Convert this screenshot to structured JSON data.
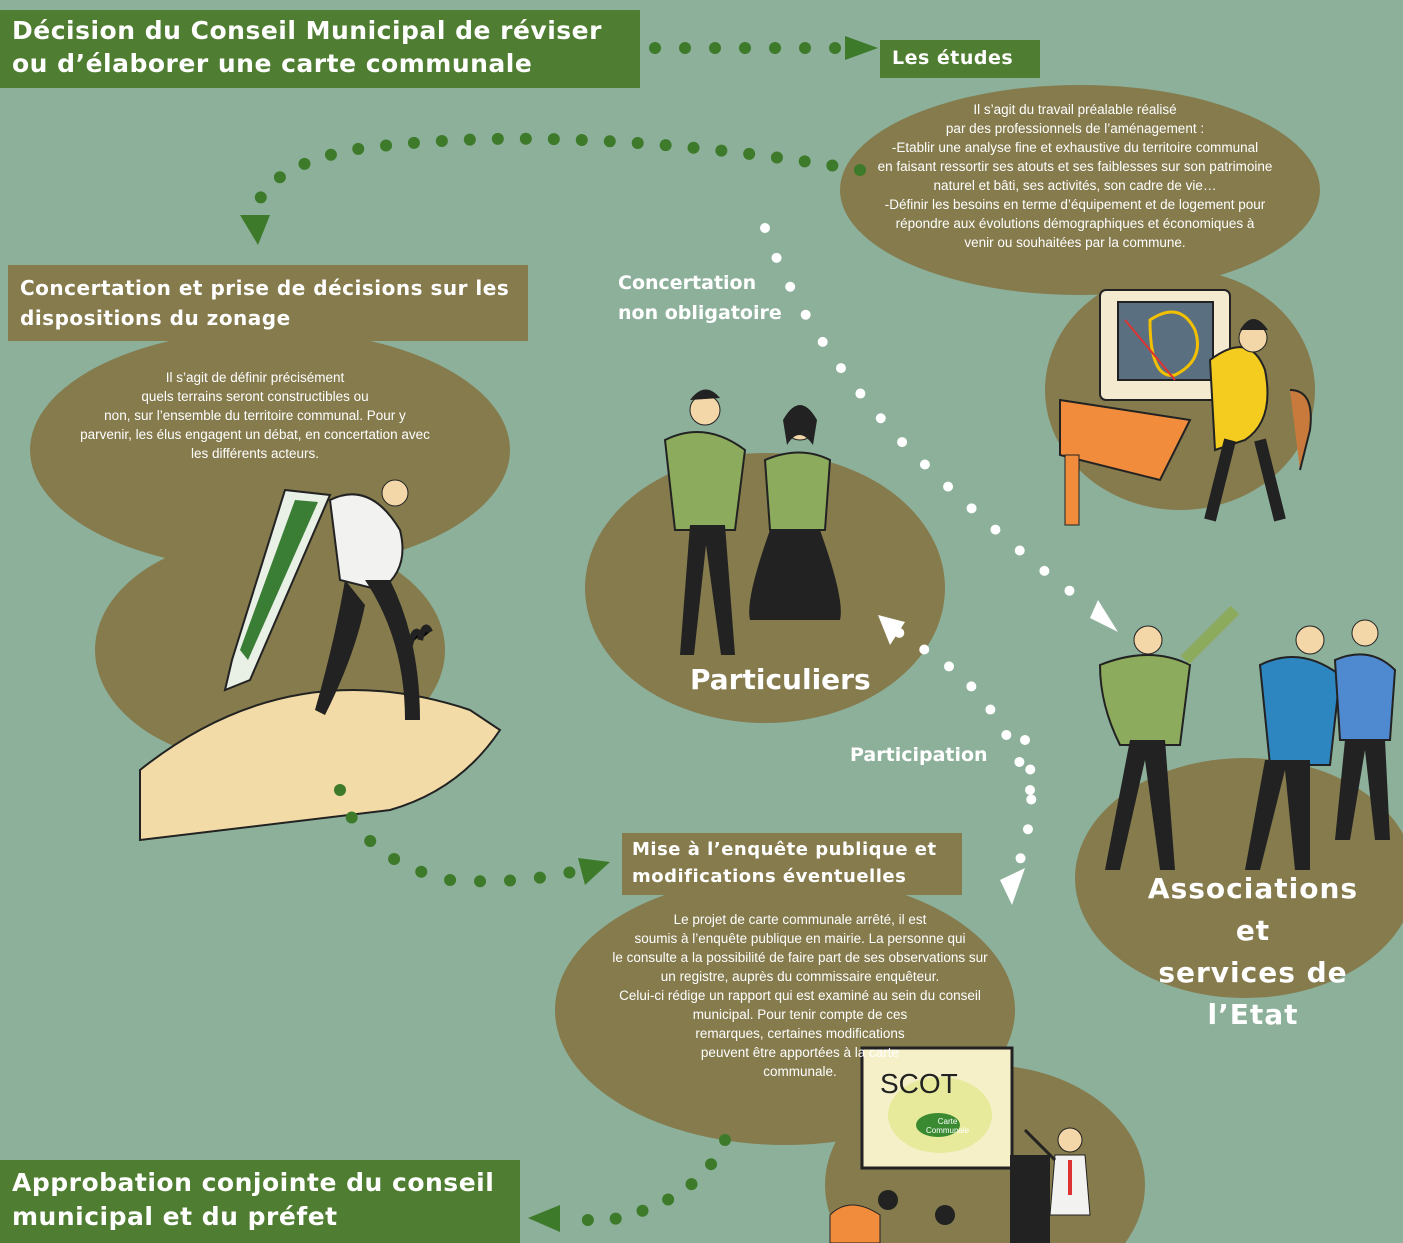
{
  "decision_box": {
    "line1": "Décision du Conseil Municipal de réviser",
    "line2": "ou d’élaborer une carte communale"
  },
  "etudes": {
    "title": "Les études",
    "lines": [
      "Il s’agit du travail préalable réalisé",
      "par des professionnels de l’aménagement :",
      "-Etablir une analyse fine et exhaustive du territoire communal",
      "en faisant ressortir ses atouts et ses faiblesses sur son patrimoine",
      "naturel et bâti, ses activités, son cadre de vie…",
      "-Définir les besoins en terme d’équipement et de logement pour",
      "répondre aux évolutions démographiques et économiques à",
      "venir ou souhaitées par la commune."
    ]
  },
  "concertation": {
    "title_line1": "Concertation et prise de décisions sur les",
    "title_line2": "dispositions du zonage",
    "lines": [
      "Il s’agit de définir précisément",
      "quels terrains seront constructibles ou",
      "non, sur l’ensemble du territoire communal. Pour y",
      "parvenir, les élus engagent un débat, en concertation avec",
      "les différents acteurs."
    ]
  },
  "concertation_label": {
    "line1": "Concertation",
    "line2": "non obligatoire"
  },
  "particuliers_label": "Particuliers",
  "participation_label": "Participation",
  "associations_label": {
    "line1": "Associations et",
    "line2": "services de l’Etat"
  },
  "enquete": {
    "title_line1": "Mise à l’enquête publique et",
    "title_line2": "modifications éventuelles",
    "lines": [
      "Le projet de carte communale arrêté, il est",
      "soumis à l’enquête publique en mairie. La personne qui",
      "le consulte a la possibilité de faire part de ses observations sur",
      "un registre, auprès du commissaire enquêteur.",
      "Celui-ci rédige un rapport qui est examiné au sein du conseil",
      "municipal. Pour tenir compte de ces",
      "remarques, certaines modifications",
      "peuvent être apportées à la carte",
      "communale."
    ]
  },
  "board": {
    "scot": "SCOT",
    "carte_line1": "Carte",
    "carte_line2": "Communale"
  },
  "approbation": {
    "line1": "Approbation conjointe du conseil",
    "line2": "municipal et du préfet"
  },
  "colors": {
    "background": "#8db09b",
    "green_box": "#4f7d31",
    "brown_blob": "#857b4d",
    "dot_green": "#3d7a2a",
    "dot_white": "#ffffff"
  }
}
